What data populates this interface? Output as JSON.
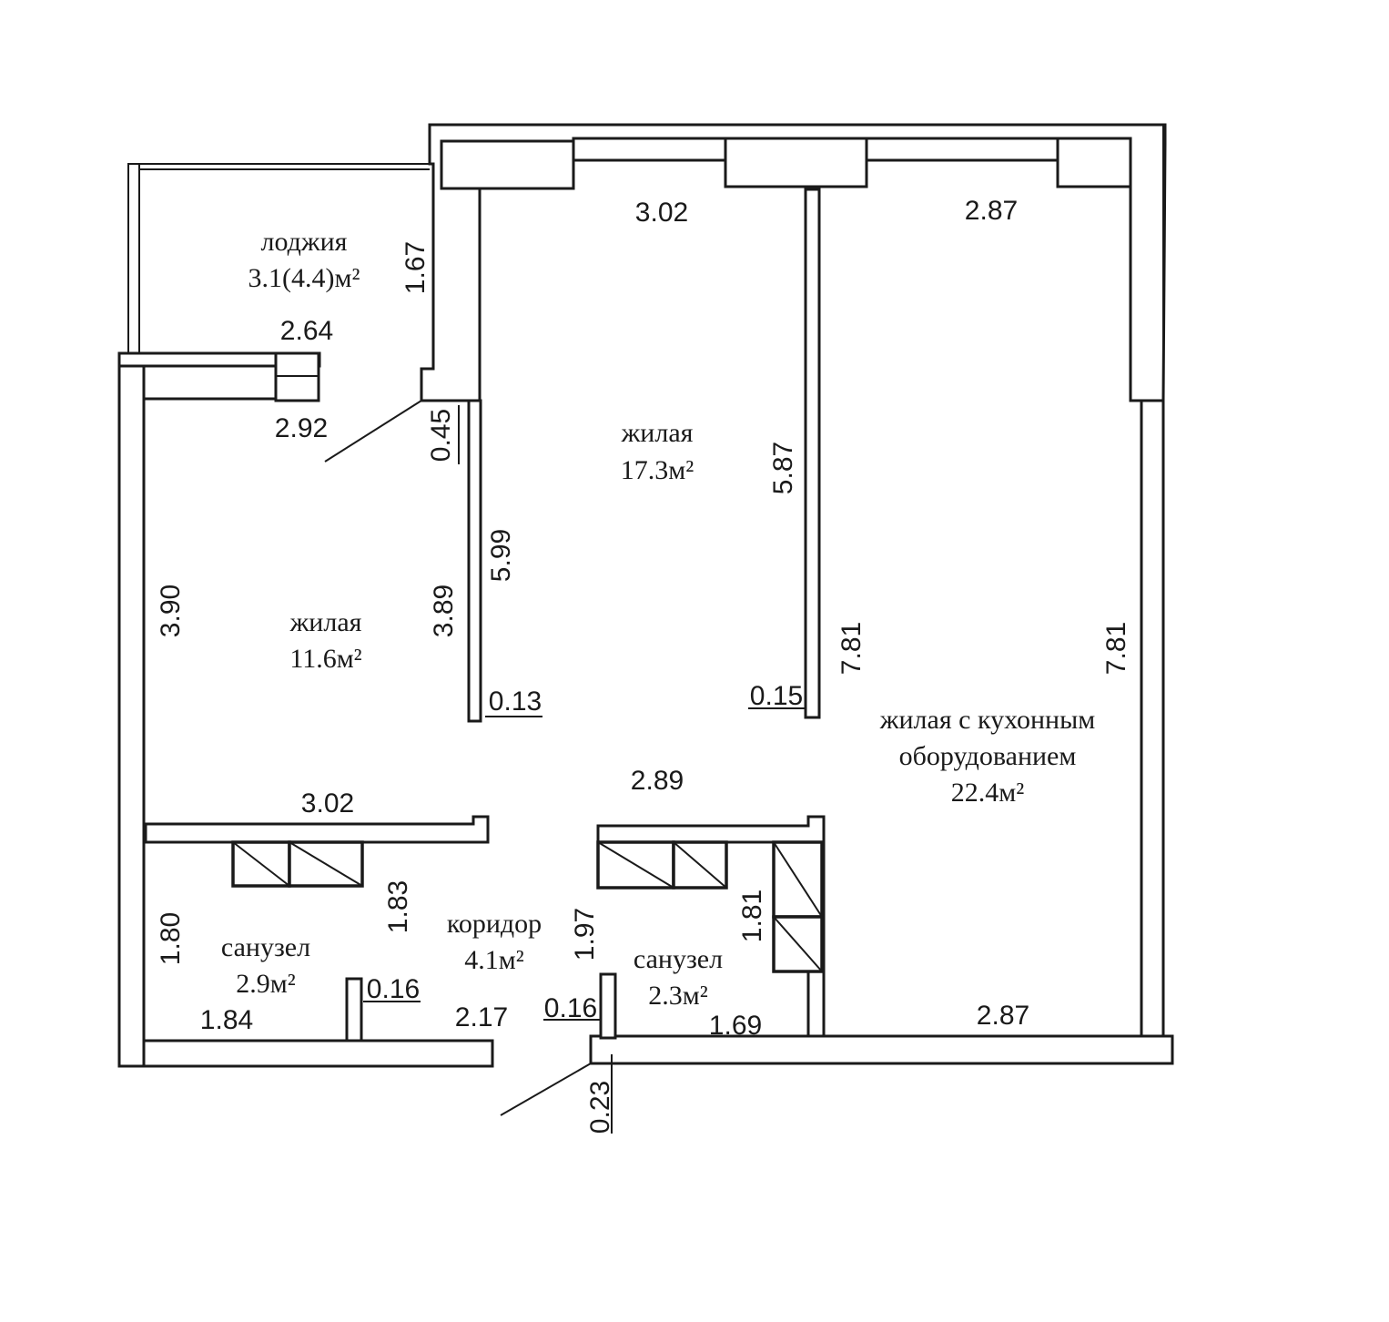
{
  "rooms": {
    "loggia": {
      "name": "лоджия",
      "area": "3.1(4.4)м²"
    },
    "bedroom_left": {
      "name": "жилая",
      "area": "11.6м²"
    },
    "bedroom_center": {
      "name": "жилая",
      "area": "17.3м²"
    },
    "living_kitchen": {
      "name_line1": "жилая с кухонным",
      "name_line2": "оборудованием",
      "area": "22.4м²"
    },
    "corridor": {
      "name": "коридор",
      "area": "4.1м²"
    },
    "bathroom_left": {
      "name": "санузел",
      "area": "2.9м²"
    },
    "bathroom_right": {
      "name": "санузел",
      "area": "2.3м²"
    }
  },
  "dimensions": {
    "top_center": "3.02",
    "top_right": "2.87",
    "loggia_side": "1.67",
    "loggia_width": "2.64",
    "left_room_width": "2.92",
    "door_jamb_045": "0.45",
    "center_room_height": "5.99",
    "left_room_height_inner": "3.89",
    "left_room_height": "3.90",
    "partition_height": "5.87",
    "partition_thickness_013": "0.13",
    "partition_thickness_015": "0.15",
    "right_room_height_inner": "7.81",
    "right_room_height": "7.81",
    "corridor_width": "2.89",
    "left_room_bottom": "3.02",
    "bath_left_height_inner": "1.83",
    "bath_left_height": "1.80",
    "corridor_depth": "1.97",
    "bath_right_height": "1.81",
    "stub_016_left": "0.16",
    "stub_016_right": "0.16",
    "bath_left_width": "1.84",
    "corridor_bottom": "2.17",
    "bath_right_width": "1.69",
    "right_room_bottom": "2.87",
    "entrance_wall": "0.23"
  }
}
